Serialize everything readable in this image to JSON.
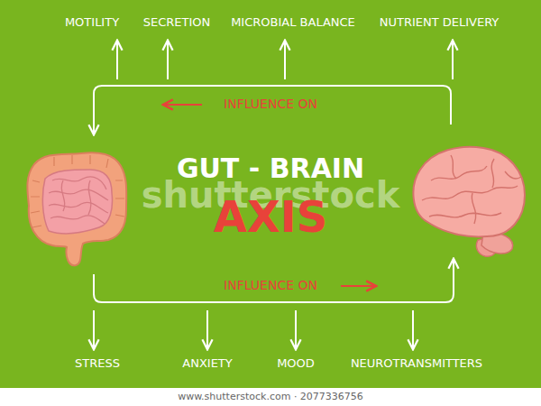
{
  "diagram": {
    "title": "GUT - BRAIN",
    "labels": [
      "AXIS",
      "MOTILITY",
      "SECRETION",
      "MICROBIAL BALANCE",
      "NUTRIENT DELIVERY",
      "INFLUENCE ON",
      "INFLUENCE ON",
      "STRESS",
      "ANXIETY",
      "MOOD",
      "NEUROTRANSMITTERS",
      "shutterstock",
      "www.shutterstock.com · 2077336756"
    ]
  }
}
